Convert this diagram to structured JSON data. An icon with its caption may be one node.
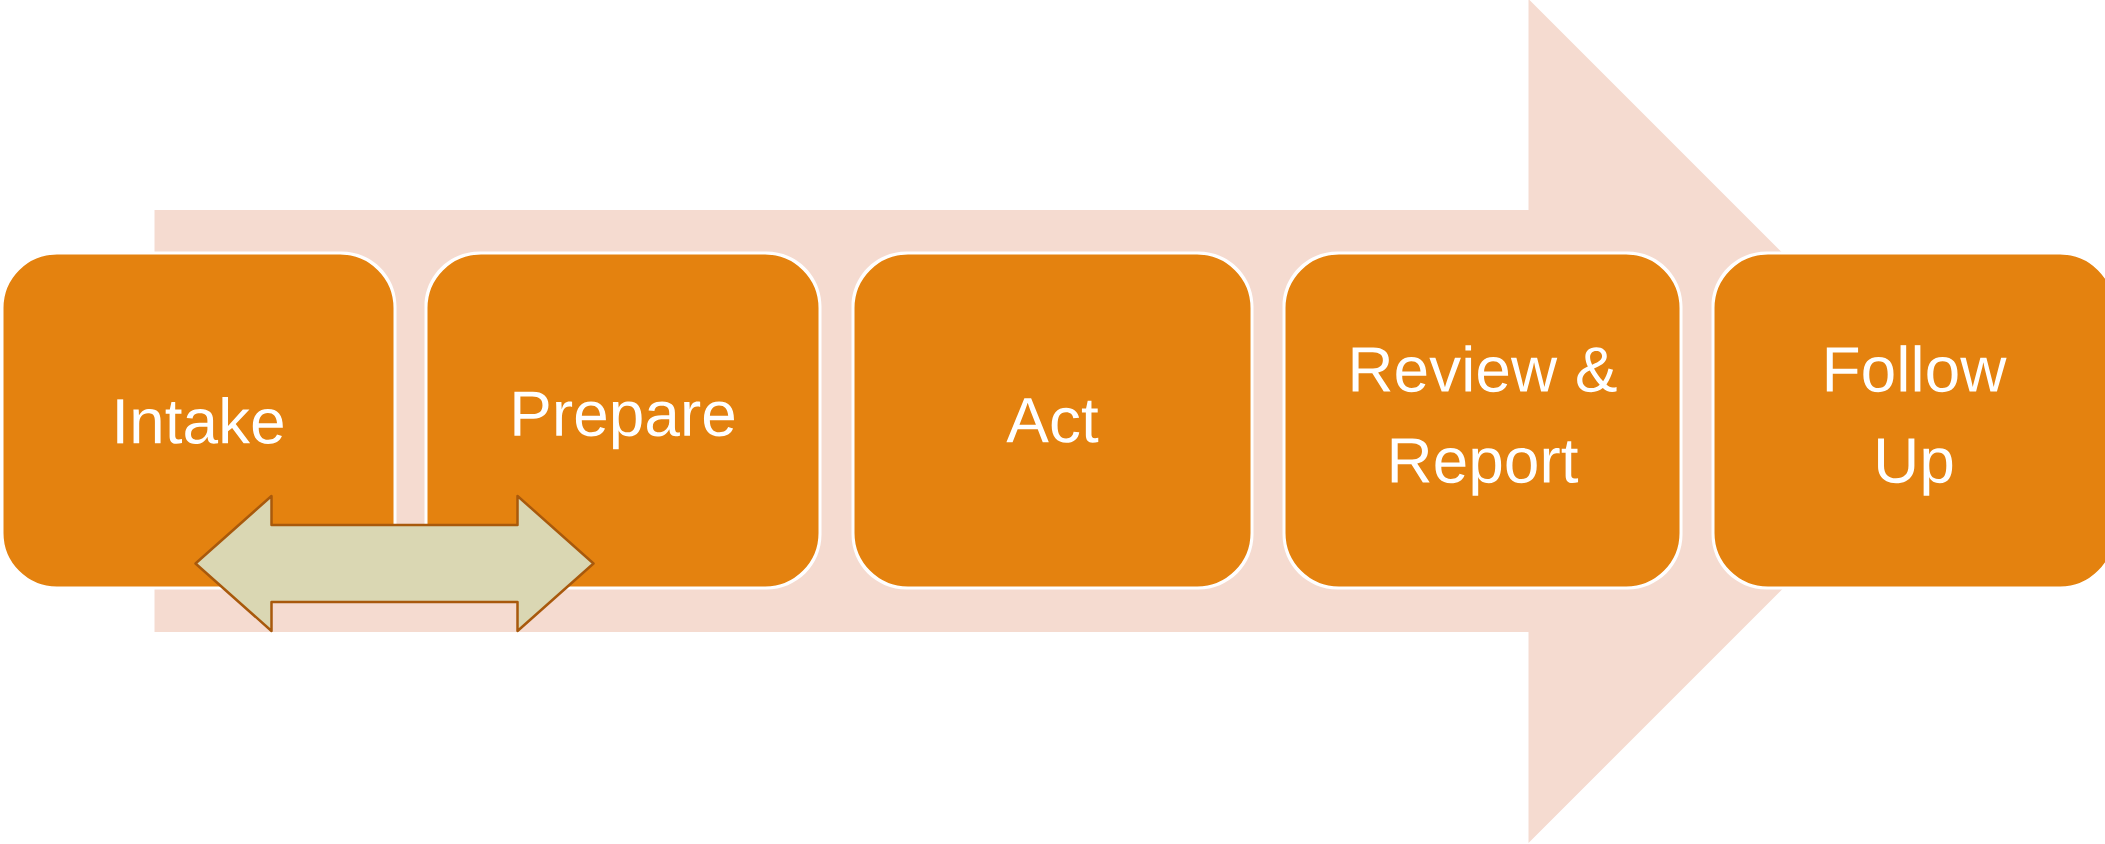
{
  "diagram": {
    "nodes": [
      {
        "text": [
          "Intake"
        ]
      },
      {
        "text": [
          "Prepare"
        ]
      },
      {
        "text": [
          "Act"
        ]
      },
      {
        "text": [
          "Review & Report"
        ]
      },
      {
        "text": [
          "Follow Up"
        ]
      }
    ],
    "edges": [
      {
        "from": 0,
        "to": 4,
        "arrow": "to"
      },
      {
        "from": 0,
        "to": 1,
        "arrow": "both"
      }
    ]
  }
}
